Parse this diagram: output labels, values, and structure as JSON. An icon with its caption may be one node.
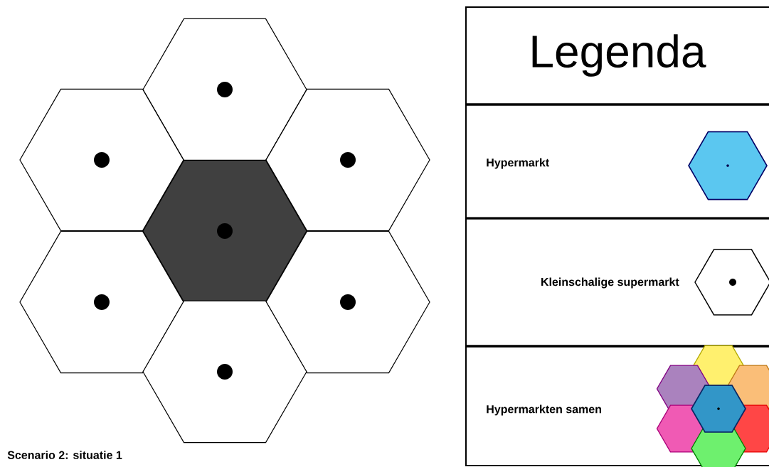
{
  "diagram": {
    "caption": "Scenario 2: situatie 1",
    "labels": [
      "Legenda"
    ],
    "legend": [
      {
        "text": "Hypermarkt"
      },
      {
        "text": "Kleinschalige supermarkt"
      },
      {
        "text": "Hypermarkten samen"
      }
    ]
  }
}
